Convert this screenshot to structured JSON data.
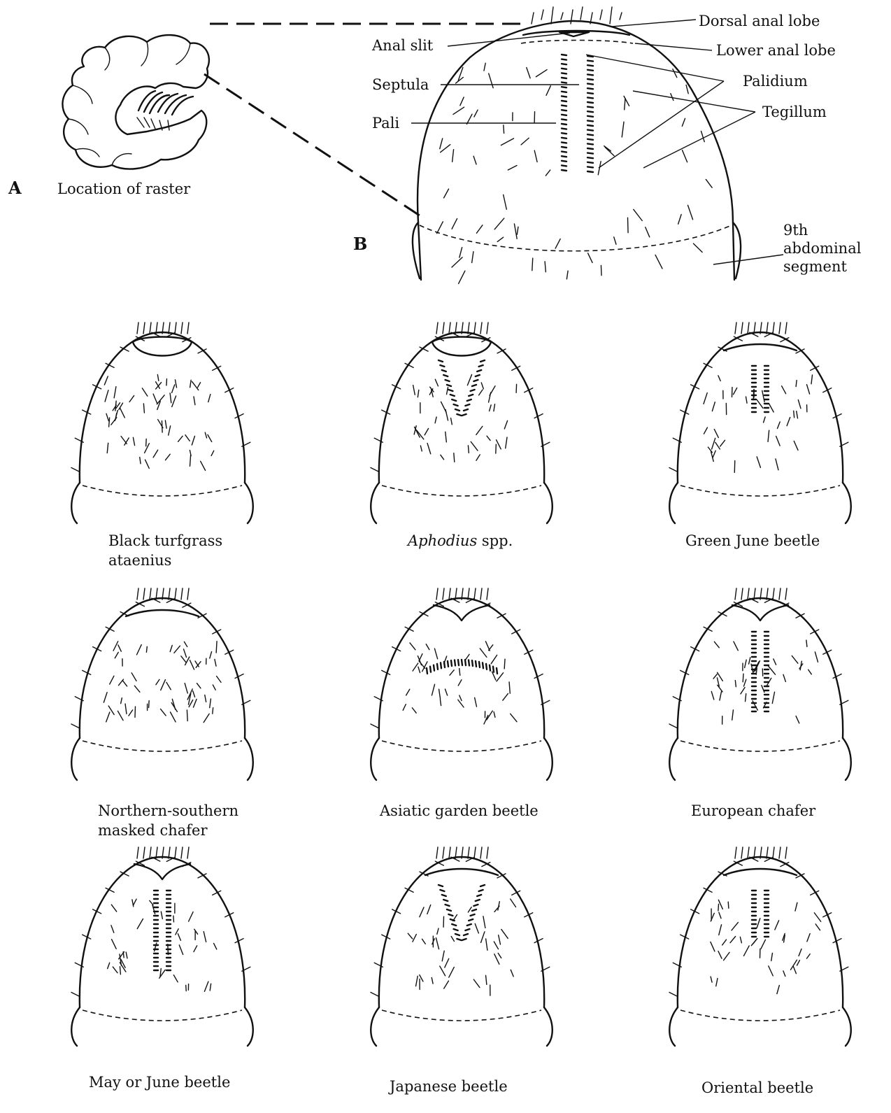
{
  "panel_a": {
    "letter": "A",
    "caption": "Location of raster"
  },
  "panel_b": {
    "letter": "B",
    "labels": {
      "dorsal_anal_lobe": "Dorsal anal lobe",
      "anal_slit": "Anal slit",
      "lower_anal_lobe": "Lower anal lobe",
      "septula": "Septula",
      "palidium": "Palidium",
      "pali": "Pali",
      "tegillum": "Tegillum",
      "segment_line1": "9th",
      "segment_line2": "abdominal",
      "segment_line3": "segment"
    }
  },
  "rasters": [
    {
      "id": "black-turfgrass-ataenius",
      "caption_line1": "Black turfgrass",
      "caption_line2": "ataenius",
      "pattern": "scattered",
      "lobe": "round"
    },
    {
      "id": "aphodius",
      "caption_italic": "Aphodius",
      "caption_rest": " spp.",
      "caption_line2": "",
      "pattern": "v-field",
      "lobe": "round"
    },
    {
      "id": "green-june-beetle",
      "caption_line1": "Green June beetle",
      "caption_line2": "",
      "pattern": "double-row-short",
      "lobe": "arc"
    },
    {
      "id": "northern-southern-masked-chafer",
      "caption_line1": "Northern-southern",
      "caption_line2": "masked chafer",
      "pattern": "scattered",
      "lobe": "arc"
    },
    {
      "id": "asiatic-garden-beetle",
      "caption_line1": "Asiatic garden beetle",
      "caption_line2": "",
      "pattern": "crescent-row",
      "lobe": "notch"
    },
    {
      "id": "european-chafer",
      "caption_line1": "European chafer",
      "caption_line2": "",
      "pattern": "double-row-long",
      "lobe": "notch"
    },
    {
      "id": "may-or-june-beetle",
      "caption_line1": "May or June beetle",
      "caption_line2": "",
      "pattern": "double-row-long",
      "lobe": "notch"
    },
    {
      "id": "japanese-beetle",
      "caption_line1": "Japanese beetle",
      "caption_line2": "",
      "pattern": "v-rows",
      "lobe": "arc"
    },
    {
      "id": "oriental-beetle",
      "caption_line1": "Oriental beetle",
      "caption_line2": "",
      "pattern": "double-row-short",
      "lobe": "arc"
    }
  ]
}
